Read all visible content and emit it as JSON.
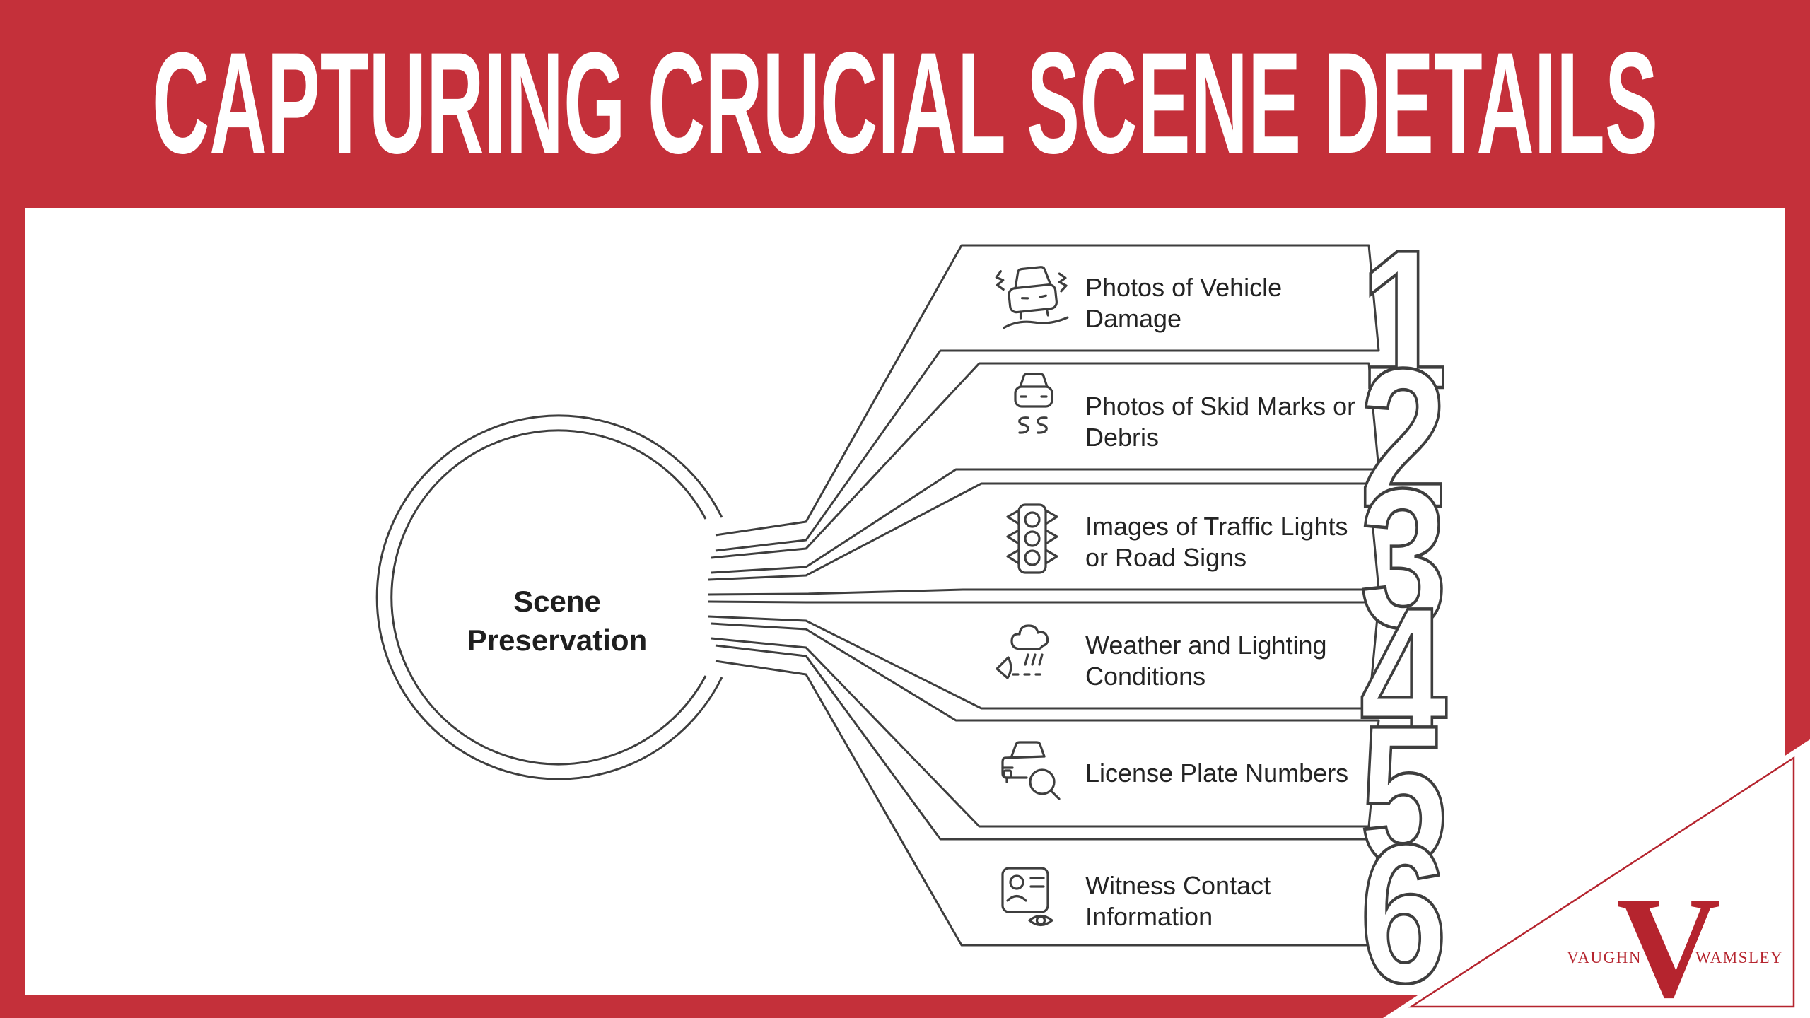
{
  "header": {
    "title": "CAPTURING CRUCIAL SCENE DETAILS"
  },
  "hub": {
    "line1": "Scene",
    "line2": "Preservation"
  },
  "items": [
    {
      "number": "1",
      "line1": "Photos of Vehicle",
      "line2": "Damage",
      "icon": "car-damage-icon"
    },
    {
      "number": "2",
      "line1": "Photos of Skid Marks or",
      "line2": "Debris",
      "icon": "skid-marks-icon"
    },
    {
      "number": "3",
      "line1": "Images of Traffic Lights",
      "line2": "or Road Signs",
      "icon": "traffic-light-icon"
    },
    {
      "number": "4",
      "line1": "Weather and Lighting",
      "line2": "Conditions",
      "icon": "weather-lighting-icon"
    },
    {
      "number": "5",
      "line1": "License Plate Numbers",
      "line2": "",
      "icon": "license-plate-search-icon"
    },
    {
      "number": "6",
      "line1": "Witness Contact",
      "line2": "Information",
      "icon": "witness-contact-icon"
    }
  ],
  "logo": {
    "first": "VAUGHN",
    "initial": "V",
    "last": "WAMSLEY"
  },
  "colors": {
    "frame_red": "#c4303a",
    "logo_red": "#b5242e",
    "line_gray": "#3e3e3e",
    "text_dark": "#242424",
    "panel_white": "#ffffff"
  }
}
